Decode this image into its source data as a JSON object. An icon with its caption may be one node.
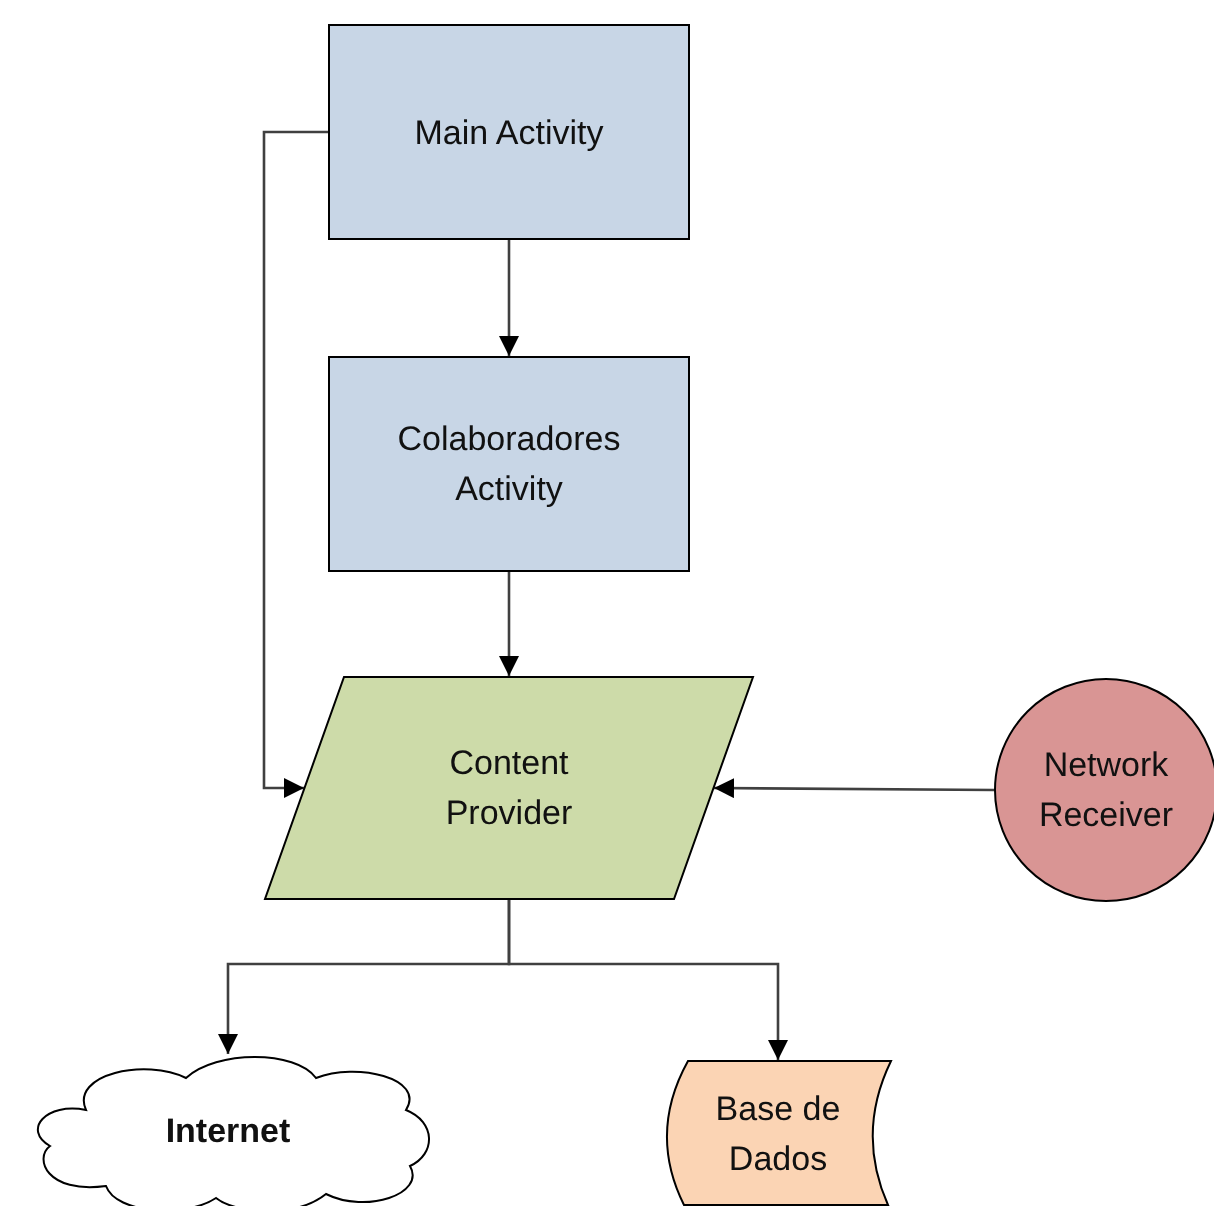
{
  "diagram": {
    "nodes": [
      {
        "text": [
          "Main Activity"
        ]
      },
      {
        "text": [
          "Colaboradores Activity"
        ]
      },
      {
        "text": [
          "Content Provider"
        ]
      },
      {
        "text": [
          "Network Receiver"
        ]
      },
      {
        "text": [
          "Internet"
        ]
      },
      {
        "text": [
          "Base de Dados"
        ]
      }
    ],
    "edges": [
      {
        "from": 0,
        "to": 1,
        "arrow": "to"
      },
      {
        "from": 0,
        "to": 2,
        "arrow": "to"
      },
      {
        "from": 1,
        "to": 2,
        "arrow": "to"
      },
      {
        "from": 3,
        "to": 2,
        "arrow": "to"
      },
      {
        "from": 2,
        "to": 4,
        "arrow": "to"
      },
      {
        "from": 2,
        "to": 5,
        "arrow": "to"
      }
    ]
  }
}
